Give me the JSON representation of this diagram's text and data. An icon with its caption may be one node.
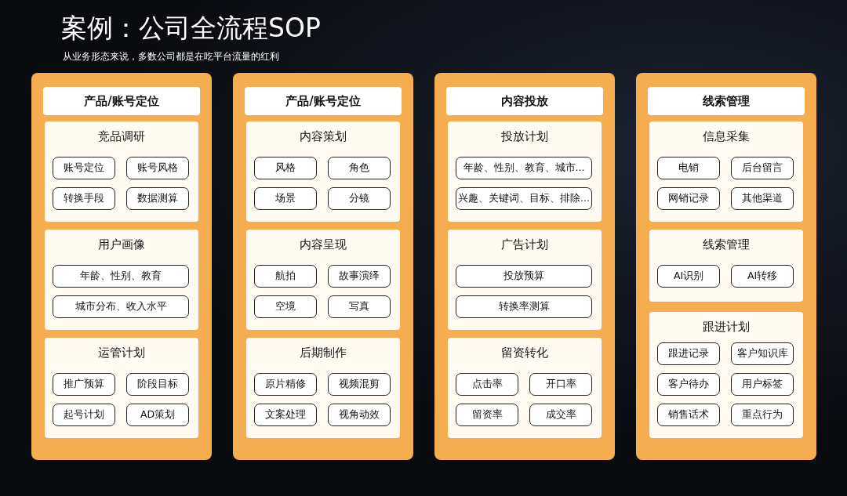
{
  "diagram": {
    "title": "案例：公司全流程SOP",
    "nodes": [
      {
        "text": [],
        "shape": "box"
      },
      {
        "text": [
          "产品/账号定位"
        ],
        "in": 0
      },
      {
        "text": [
          "竞品调研"
        ],
        "in": 0
      },
      {
        "text": [
          "账号定位"
        ],
        "in": 2
      },
      {
        "text": [
          "账号风格"
        ],
        "in": 2
      },
      {
        "text": [
          "转换手段"
        ],
        "in": 2
      },
      {
        "text": [
          "数据测算"
        ],
        "in": 2
      },
      {
        "text": [
          "用户画像"
        ],
        "in": 0
      },
      {
        "text": [
          "年龄、性别、教育"
        ],
        "in": 7
      },
      {
        "text": [
          "城市分布、收入水平"
        ],
        "in": 7
      },
      {
        "text": [
          "运管计划"
        ],
        "in": 0
      },
      {
        "text": [
          "推广预算"
        ],
        "in": 10
      },
      {
        "text": [
          "阶段目标"
        ],
        "in": 10
      },
      {
        "text": [
          "起号计划"
        ],
        "in": 10
      },
      {
        "text": [
          "AD策划"
        ],
        "in": 10
      },
      {
        "text": [],
        "shape": "box"
      },
      {
        "text": [
          "产品/账号定位"
        ],
        "in": 15
      },
      {
        "text": [
          "内容策划"
        ],
        "in": 15
      },
      {
        "text": [
          "风格"
        ],
        "in": 17
      },
      {
        "text": [
          "角色"
        ],
        "in": 17
      },
      {
        "text": [
          "场景"
        ],
        "in": 17
      },
      {
        "text": [
          "分镜"
        ],
        "in": 17
      },
      {
        "text": [
          "内容呈现"
        ],
        "in": 15
      },
      {
        "text": [
          "航拍"
        ],
        "in": 22
      },
      {
        "text": [
          "故事演绎"
        ],
        "in": 22
      },
      {
        "text": [
          "空境"
        ],
        "in": 22
      },
      {
        "text": [
          "写真"
        ],
        "in": 22
      },
      {
        "text": [
          "后期制作"
        ],
        "in": 15
      },
      {
        "text": [
          "原片精修"
        ],
        "in": 27
      },
      {
        "text": [
          "视频混剪"
        ],
        "in": 27
      },
      {
        "text": [
          "文案处理"
        ],
        "in": 27
      },
      {
        "text": [
          "视角动效"
        ],
        "in": 27
      },
      {
        "text": [],
        "shape": "box"
      },
      {
        "text": [
          "内容投放"
        ],
        "in": 32
      },
      {
        "text": [
          "投放计划"
        ],
        "in": 32
      },
      {
        "text": [
          "年龄、性别、教育、城市..."
        ],
        "in": 34
      },
      {
        "text": [
          "兴趣、关键词、目标、排除..."
        ],
        "in": 34
      },
      {
        "text": [
          "广告计划"
        ],
        "in": 32
      },
      {
        "text": [
          "投放预算"
        ],
        "in": 37
      },
      {
        "text": [
          "转换率测算"
        ],
        "in": 37
      },
      {
        "text": [
          "留资转化"
        ],
        "in": 32
      },
      {
        "text": [
          "点击率"
        ],
        "in": 40
      },
      {
        "text": [
          "开口率"
        ],
        "in": 40
      },
      {
        "text": [
          "留资率"
        ],
        "in": 40
      },
      {
        "text": [
          "成交率"
        ],
        "in": 40
      },
      {
        "text": [],
        "shape": "box"
      },
      {
        "text": [
          "线索管理"
        ],
        "in": 45
      },
      {
        "text": [
          "信息采集"
        ],
        "in": 45
      },
      {
        "text": [
          "电销"
        ],
        "in": 47
      },
      {
        "text": [
          "后台留言"
        ],
        "in": 47
      },
      {
        "text": [
          "网销记录"
        ],
        "in": 47
      },
      {
        "text": [
          "其他渠道"
        ],
        "in": 47
      },
      {
        "text": [
          "线索管理"
        ],
        "in": 45
      },
      {
        "text": [
          "AI识别"
        ],
        "in": 52
      },
      {
        "text": [
          "AI转移"
        ],
        "in": 52
      },
      {
        "text": [
          "跟进计划"
        ],
        "in": 45
      },
      {
        "text": [
          "跟进记录"
        ],
        "in": 55
      },
      {
        "text": [
          "客户知识库"
        ],
        "in": 55
      },
      {
        "text": [
          "客户待办"
        ],
        "in": 55
      },
      {
        "text": [
          "用户标签"
        ],
        "in": 55
      },
      {
        "text": [
          "销售话术"
        ],
        "in": 55
      },
      {
        "text": [
          "重点行为"
        ],
        "in": 55
      }
    ],
    "labels": [
      "从业务形态来说，多数公司都是在吃平台流量的红利"
    ]
  }
}
